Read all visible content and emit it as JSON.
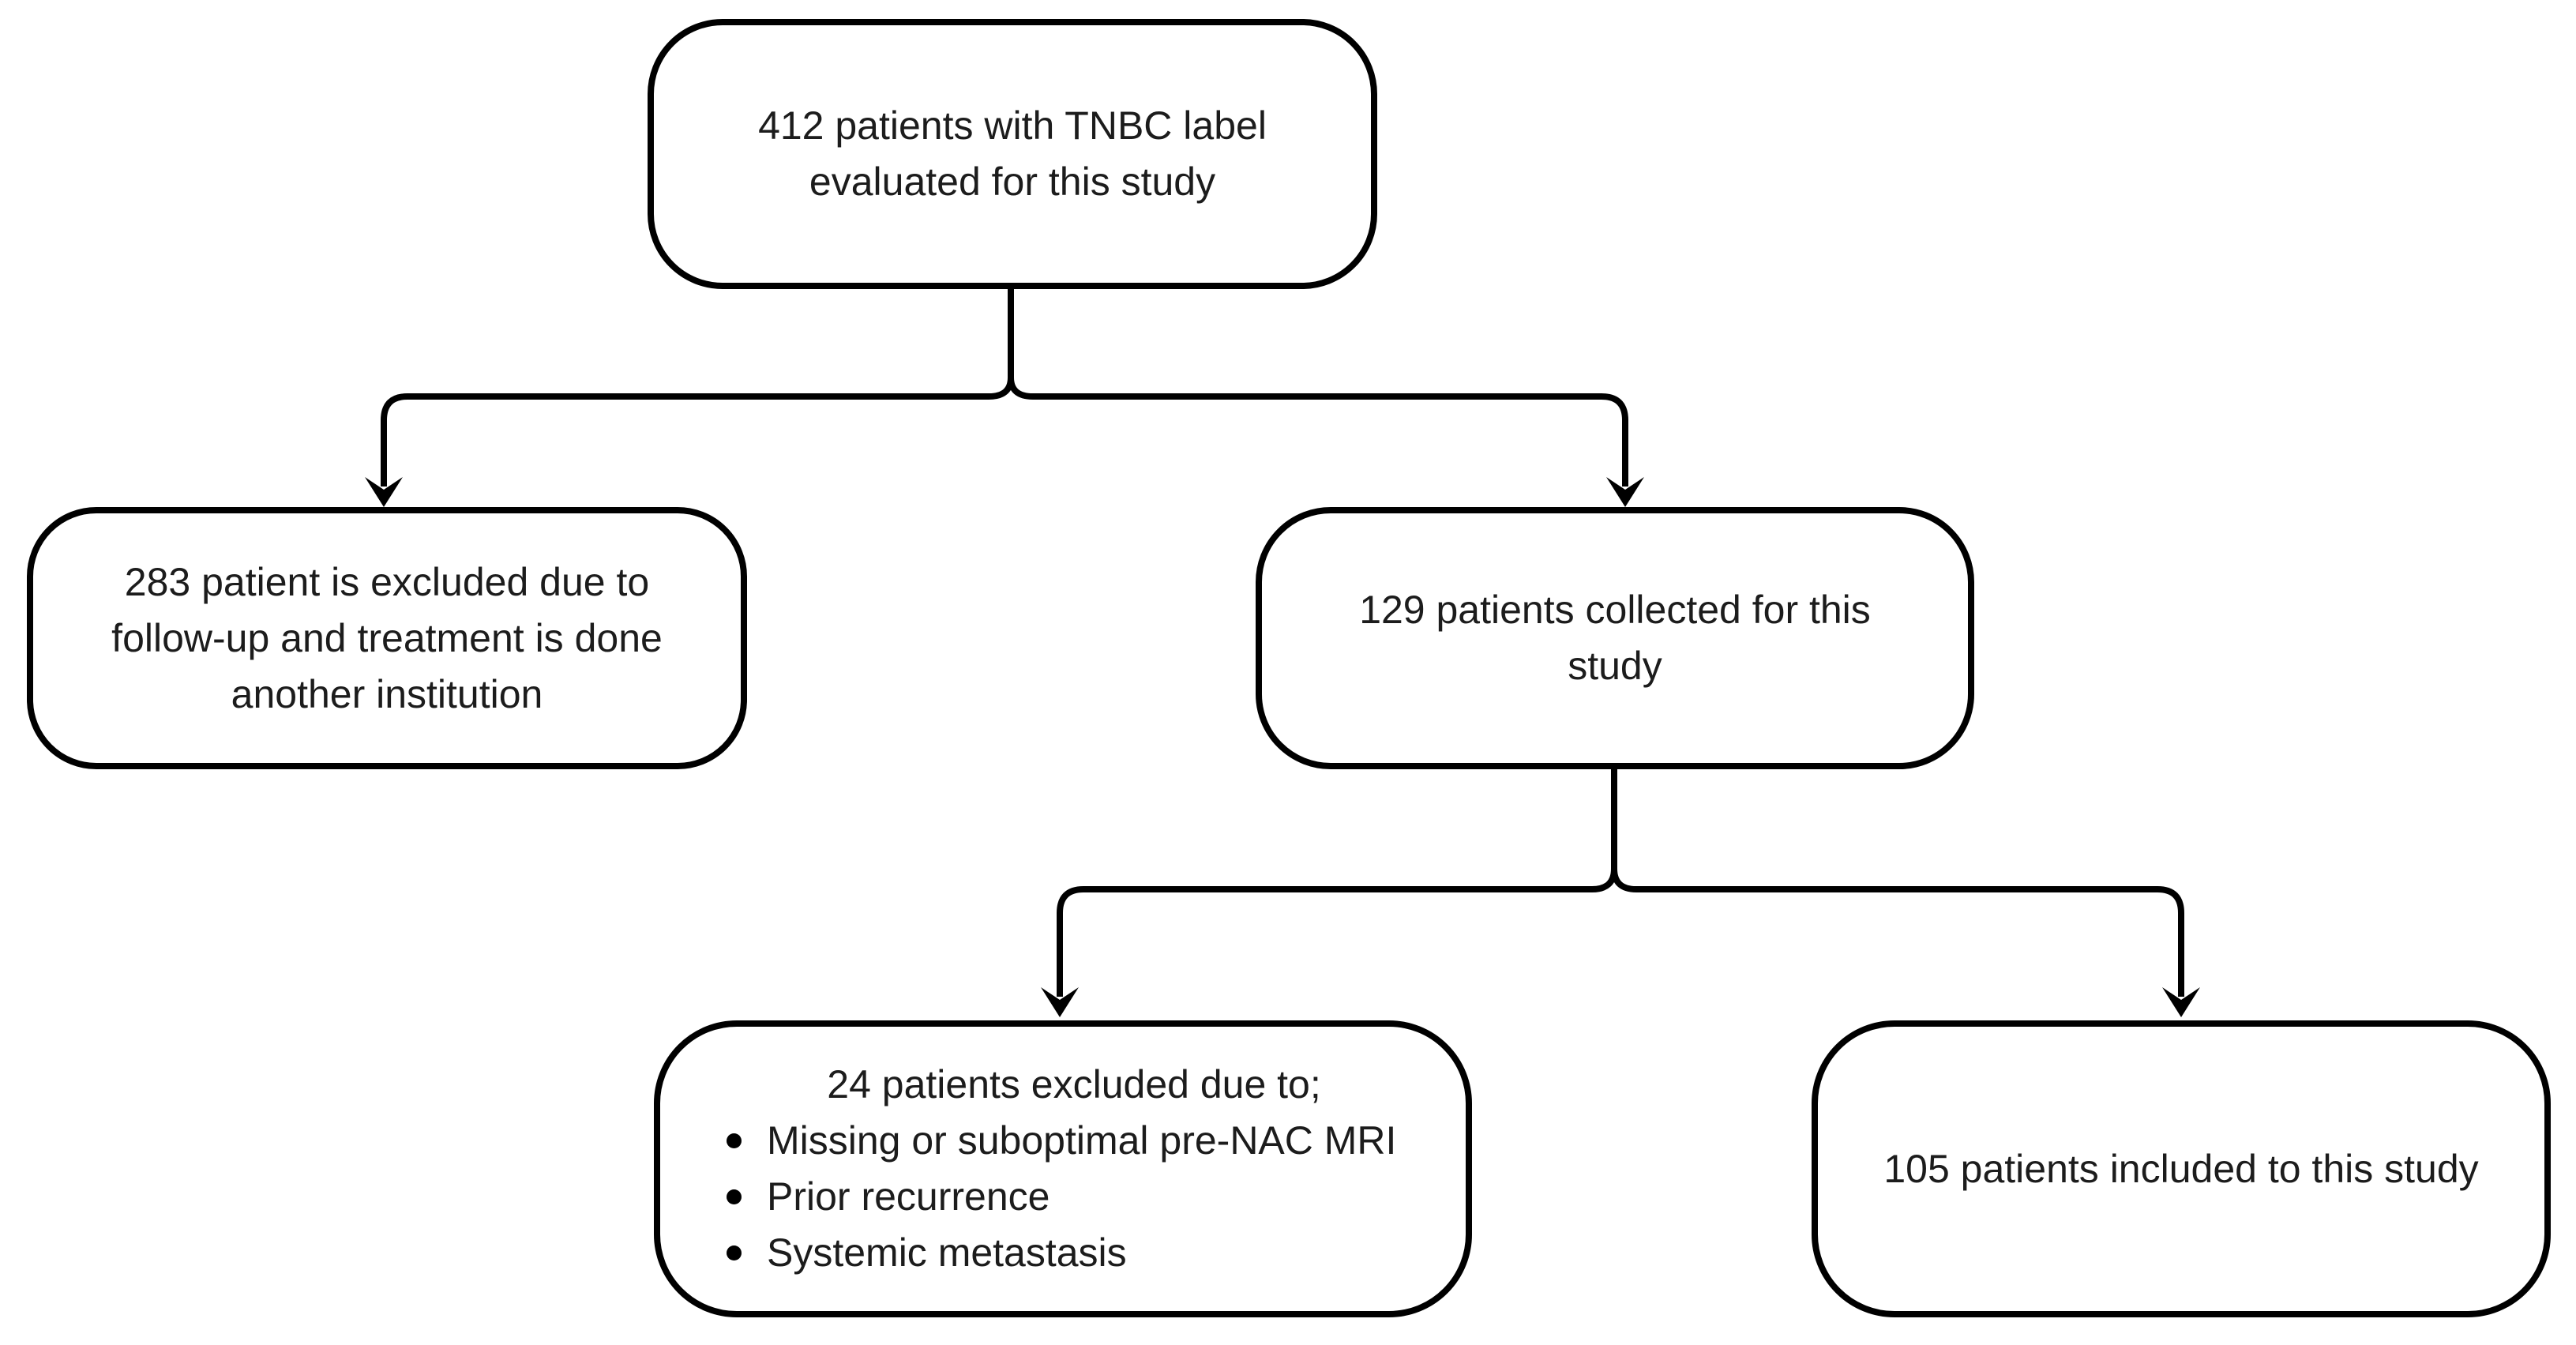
{
  "figure": {
    "type": "flowchart",
    "background_color": "#ffffff",
    "line_color": "#000000",
    "text_color": "#1c1c1c"
  },
  "nodes": {
    "evaluated": {
      "id": "evaluated-412",
      "count": 412,
      "label": "412 patients with TNBC label\nevaluated for this study"
    },
    "excluded_institution": {
      "id": "excluded-283",
      "count": 283,
      "label": "283 patient is excluded due to\nfollow-up and treatment is done\nanother institution"
    },
    "collected": {
      "id": "collected-129",
      "count": 129,
      "label": "129 patients collected for this\nstudy"
    },
    "excluded_reasons": {
      "id": "excluded-24",
      "count": 24,
      "heading": "24 patients excluded due to;",
      "bullets": [
        "Missing or suboptimal pre-NAC MRI",
        "Prior recurrence",
        "Systemic metastasis"
      ]
    },
    "included": {
      "id": "included-105",
      "count": 105,
      "label": "105 patients included to this study"
    }
  },
  "edges": [
    {
      "from": "evaluated-412",
      "to": "excluded-283"
    },
    {
      "from": "evaluated-412",
      "to": "collected-129"
    },
    {
      "from": "collected-129",
      "to": "excluded-24"
    },
    {
      "from": "collected-129",
      "to": "included-105"
    }
  ]
}
